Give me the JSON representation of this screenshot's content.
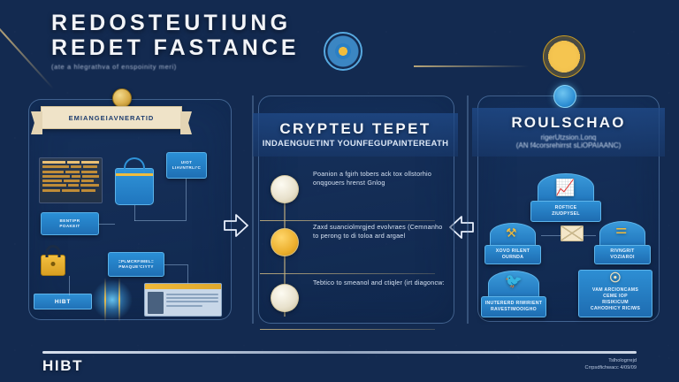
{
  "meta": {
    "bg_color": "#16305c",
    "accent_blue": "#2d8ed3",
    "accent_gold": "#f0bd3e",
    "cream": "#efe3c8"
  },
  "title": {
    "line1": "REDOSTEUTIUNG",
    "line2": "REDET FASTANCE",
    "subtitle": "(ate a hlegrathva of enspoinity meri)"
  },
  "decor": {
    "top_center_icon": "radial-network-icon",
    "top_right_icon": "radial-network-gold-icon",
    "corner_accent": "diagonal-accent-line"
  },
  "left_panel": {
    "ribbon_label": "EMIANGEIAVNERATID",
    "coin_icon": "gold-coin-icon",
    "table": {
      "rows": 7,
      "header_cells": 3
    },
    "bag_icon": "shopping-bag-icon",
    "padlock_icon": "padlock-icon",
    "boxes": [
      {
        "name": "wallet-box",
        "line1": "UIOT",
        "line2": "LIAVNTRLI'C"
      },
      {
        "name": "payment-box",
        "line1": "BENTIPR",
        "line2": "POAKEIT"
      },
      {
        "name": "privacy-box",
        "line1": "=PLMCRFIMEL=",
        "line2": "PMAQUE'CIYTY"
      }
    ],
    "hibt_tag": "HIBT",
    "media_card": "news-card",
    "burst_icon": "energy-burst-icon"
  },
  "center_panel": {
    "heading": "CRYPTEU TEPET",
    "subheading": "INDAENGUETINT YOUNFEGUPAINTEREATH",
    "top_icon": "radial-network-icon",
    "steps": [
      {
        "badge": "cream-seal-icon",
        "text": "Poanion a fgirh tobers ack tox ollstorhio onqgouers hrenst Gnlog"
      },
      {
        "badge": "gold-seal-icon",
        "text": "Zaxd suanciolmrgjed evolvraes (Cemnanho to perong to di toloa ard argael"
      },
      {
        "badge": "cream-seal-icon",
        "text": "Tebtico to smeanol and ctiqler (irt diagoncw:"
      }
    ]
  },
  "right_panel": {
    "heading": "ROULSCHAO",
    "sub1": "rigerUtzsion.Lonq",
    "sub2": "(AN f4corsrehirrst sLiOPAIAANC)",
    "top_icon": "globe-icon",
    "cards": [
      {
        "name": "exchange-card",
        "icon": "chart-icon",
        "line1": "ROFTICE",
        "line2": "ZIUDPYSEL"
      },
      {
        "name": "wallet-card",
        "icon": "trident-icon",
        "line1": "XOVO RILENT",
        "line2": "OURNDA"
      },
      {
        "name": "network-card",
        "icon": "antenna-icon",
        "line1": "RIVNGRIT",
        "line2": "VOZIAROI"
      },
      {
        "name": "social-card",
        "icon": "bird-icon",
        "line1": "INUTERERD RIWIRIENT",
        "line2": "RAVESTIMOOIGHO"
      },
      {
        "name": "security-card",
        "icon": "seal-icon",
        "line1": "VAM ARCIONCAMS",
        "line2": "CEME IOP",
        "line3": "RISIKICUM",
        "line4": "CAHODHICY RICIWS"
      }
    ],
    "envelope_icon": "envelope-icon"
  },
  "flow": {
    "arrow_left_to_center": "arrow-right-icon",
    "arrow_right_to_center": "arrow-left-icon"
  },
  "footer": {
    "brand": "HIBT",
    "meta_line1": "Tslhologrrejd",
    "meta_line2": "Crrpsdfichwacc 4/09/09"
  }
}
